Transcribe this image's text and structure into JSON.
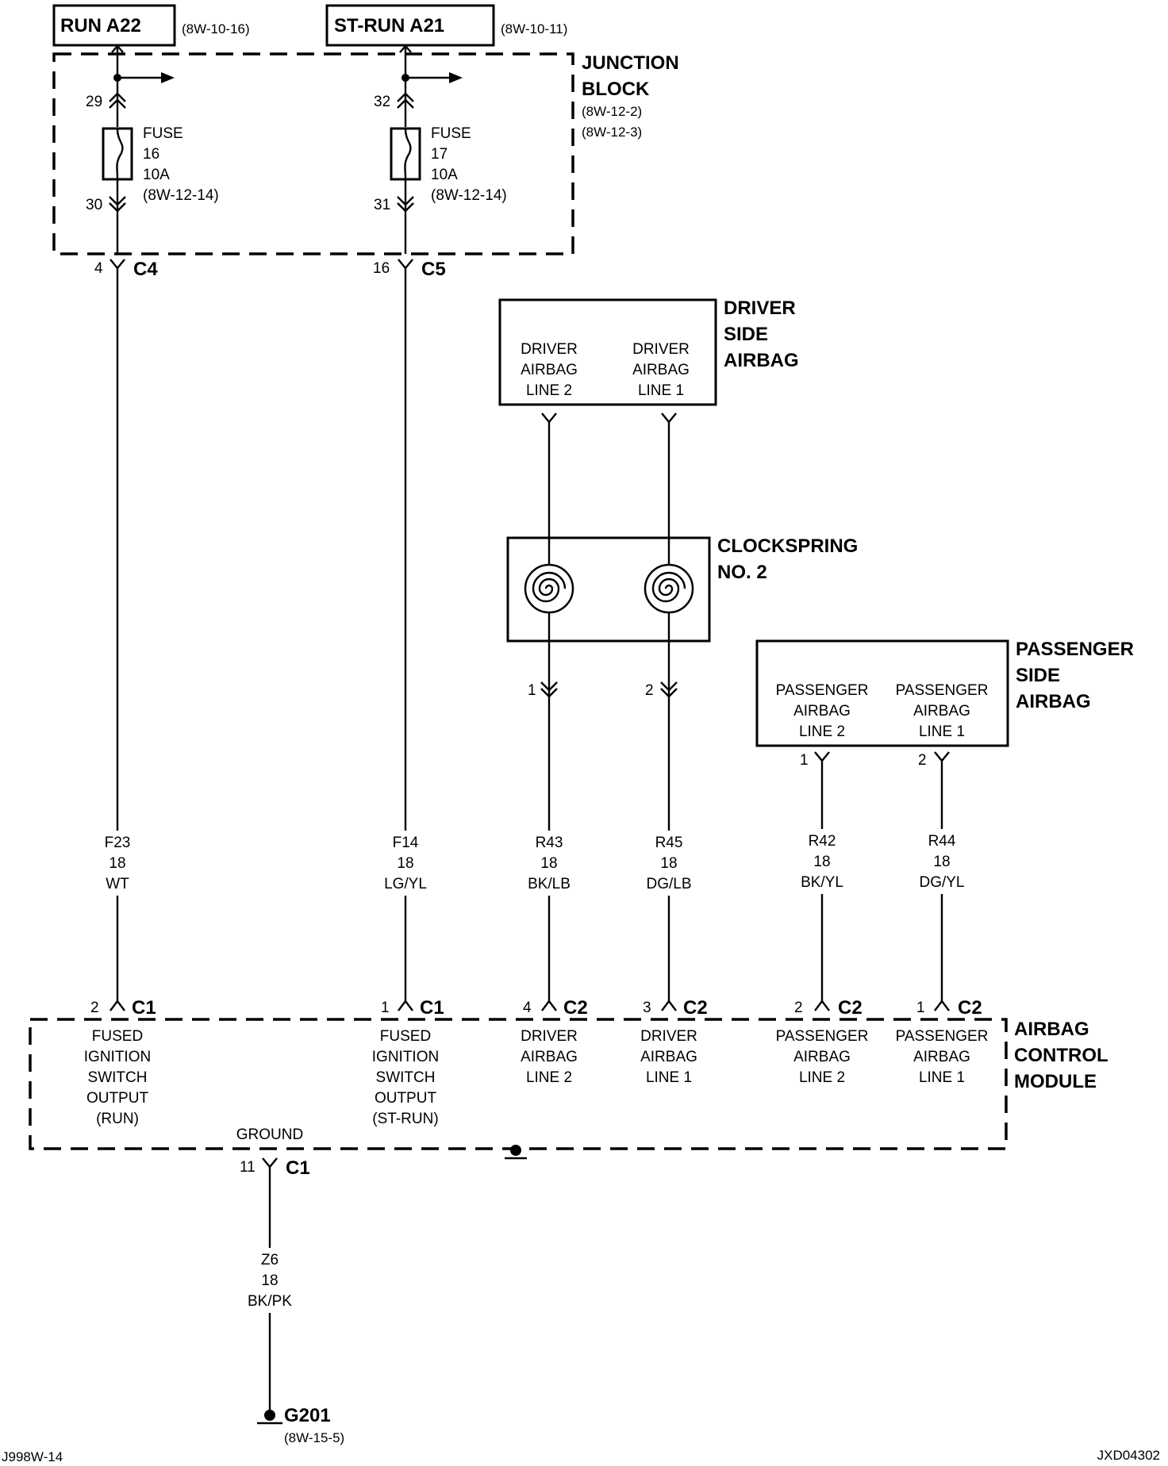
{
  "sources": {
    "run": {
      "label": "RUN A22",
      "ref": "(8W-10-16)"
    },
    "strun": {
      "label": "ST-RUN A21",
      "ref": "(8W-10-11)"
    }
  },
  "junction_block": {
    "title1": "JUNCTION",
    "title2": "BLOCK",
    "ref1": "(8W-12-2)",
    "ref2": "(8W-12-3)"
  },
  "fuse16": {
    "in_pin": "29",
    "out_pin": "30",
    "l1": "FUSE",
    "l2": "16",
    "l3": "10A",
    "l4": "(8W-12-14)"
  },
  "fuse17": {
    "in_pin": "32",
    "out_pin": "31",
    "l1": "FUSE",
    "l2": "17",
    "l3": "10A",
    "l4": "(8W-12-14)"
  },
  "jb_connectors": {
    "c4": {
      "pin": "4",
      "name": "C4"
    },
    "c5": {
      "pin": "16",
      "name": "C5"
    }
  },
  "driver_airbag": {
    "title1": "DRIVER",
    "title2": "SIDE",
    "title3": "AIRBAG",
    "line2": [
      "DRIVER",
      "AIRBAG",
      "LINE 2"
    ],
    "line1": [
      "DRIVER",
      "AIRBAG",
      "LINE 1"
    ]
  },
  "clockspring": {
    "title1": "CLOCKSPRING",
    "title2": "NO. 2",
    "pin_a": "1",
    "pin_b": "2"
  },
  "passenger_airbag": {
    "title1": "PASSENGER",
    "title2": "SIDE",
    "title3": "AIRBAG",
    "line2": [
      "PASSENGER",
      "AIRBAG",
      "LINE 2"
    ],
    "line1": [
      "PASSENGER",
      "AIRBAG",
      "LINE 1"
    ],
    "pin_a": "1",
    "pin_b": "2"
  },
  "wires": {
    "f23": [
      "F23",
      "18",
      "WT"
    ],
    "f14": [
      "F14",
      "18",
      "LG/YL"
    ],
    "r43": [
      "R43",
      "18",
      "BK/LB"
    ],
    "r45": [
      "R45",
      "18",
      "DG/LB"
    ],
    "r42": [
      "R42",
      "18",
      "BK/YL"
    ],
    "r44": [
      "R44",
      "18",
      "DG/YL"
    ],
    "z6": [
      "Z6",
      "18",
      "BK/PK"
    ]
  },
  "acm_pins": {
    "p1": {
      "pin": "2",
      "conn": "C1",
      "desc": [
        "FUSED",
        "IGNITION",
        "SWITCH",
        "OUTPUT",
        "(RUN)"
      ]
    },
    "p2": {
      "pin": "1",
      "conn": "C1",
      "desc": [
        "FUSED",
        "IGNITION",
        "SWITCH",
        "OUTPUT",
        "(ST-RUN)"
      ]
    },
    "p3": {
      "pin": "4",
      "conn": "C2",
      "desc": [
        "DRIVER",
        "AIRBAG",
        "LINE 2"
      ]
    },
    "p4": {
      "pin": "3",
      "conn": "C2",
      "desc": [
        "DRIVER",
        "AIRBAG",
        "LINE 1"
      ]
    },
    "p5": {
      "pin": "2",
      "conn": "C2",
      "desc": [
        "PASSENGER",
        "AIRBAG",
        "LINE 2"
      ]
    },
    "p6": {
      "pin": "1",
      "conn": "C2",
      "desc": [
        "PASSENGER",
        "AIRBAG",
        "LINE 1"
      ]
    }
  },
  "acm": {
    "title1": "AIRBAG",
    "title2": "CONTROL",
    "title3": "MODULE",
    "ground": "GROUND",
    "gnd_pin": "11",
    "gnd_conn": "C1"
  },
  "ground_point": {
    "name": "G201",
    "ref": "(8W-15-5)"
  },
  "footer": {
    "left": "J998W-14",
    "right": "JXD04302"
  }
}
